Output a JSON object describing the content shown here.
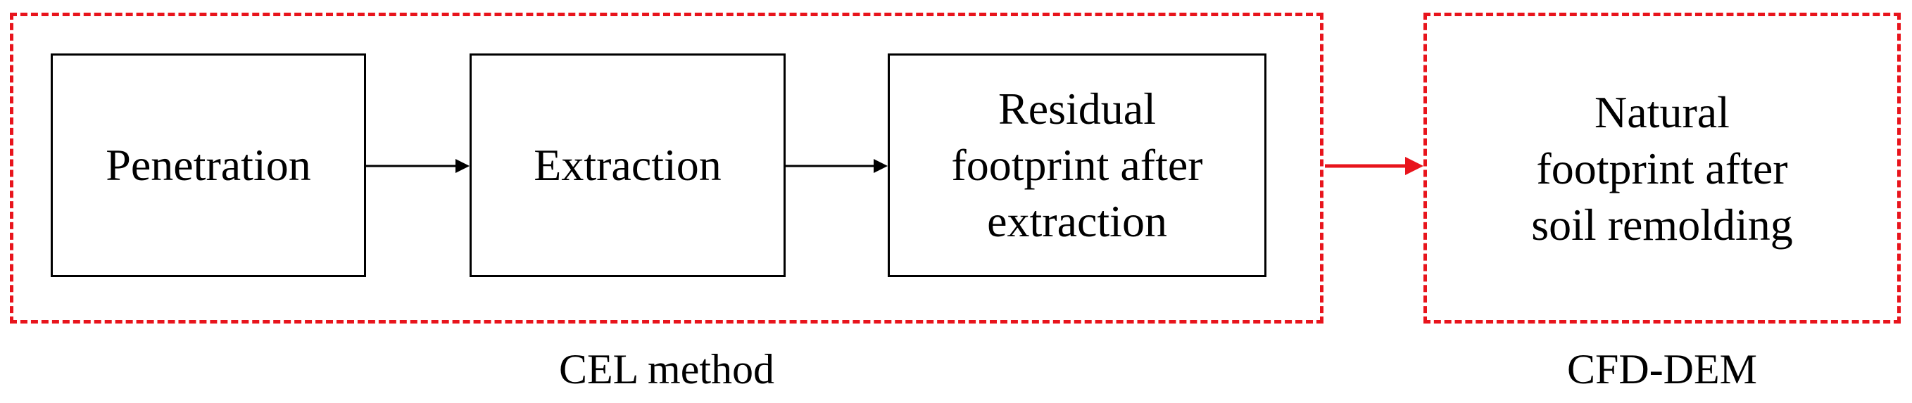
{
  "colors": {
    "group_border": "#e8141c",
    "box_border": "#000000",
    "arrow_internal": "#000000",
    "arrow_transition": "#e8141c"
  },
  "groups": [
    {
      "id": "cel",
      "caption": "CEL method",
      "steps": [
        {
          "label": "Penetration"
        },
        {
          "label": "Extraction"
        },
        {
          "label": "Residual\nfootprint after\nextraction"
        }
      ]
    },
    {
      "id": "cfd",
      "caption": "CFD-DEM",
      "steps": [
        {
          "label": "Natural\nfootprint after\nsoil remolding"
        }
      ]
    }
  ]
}
